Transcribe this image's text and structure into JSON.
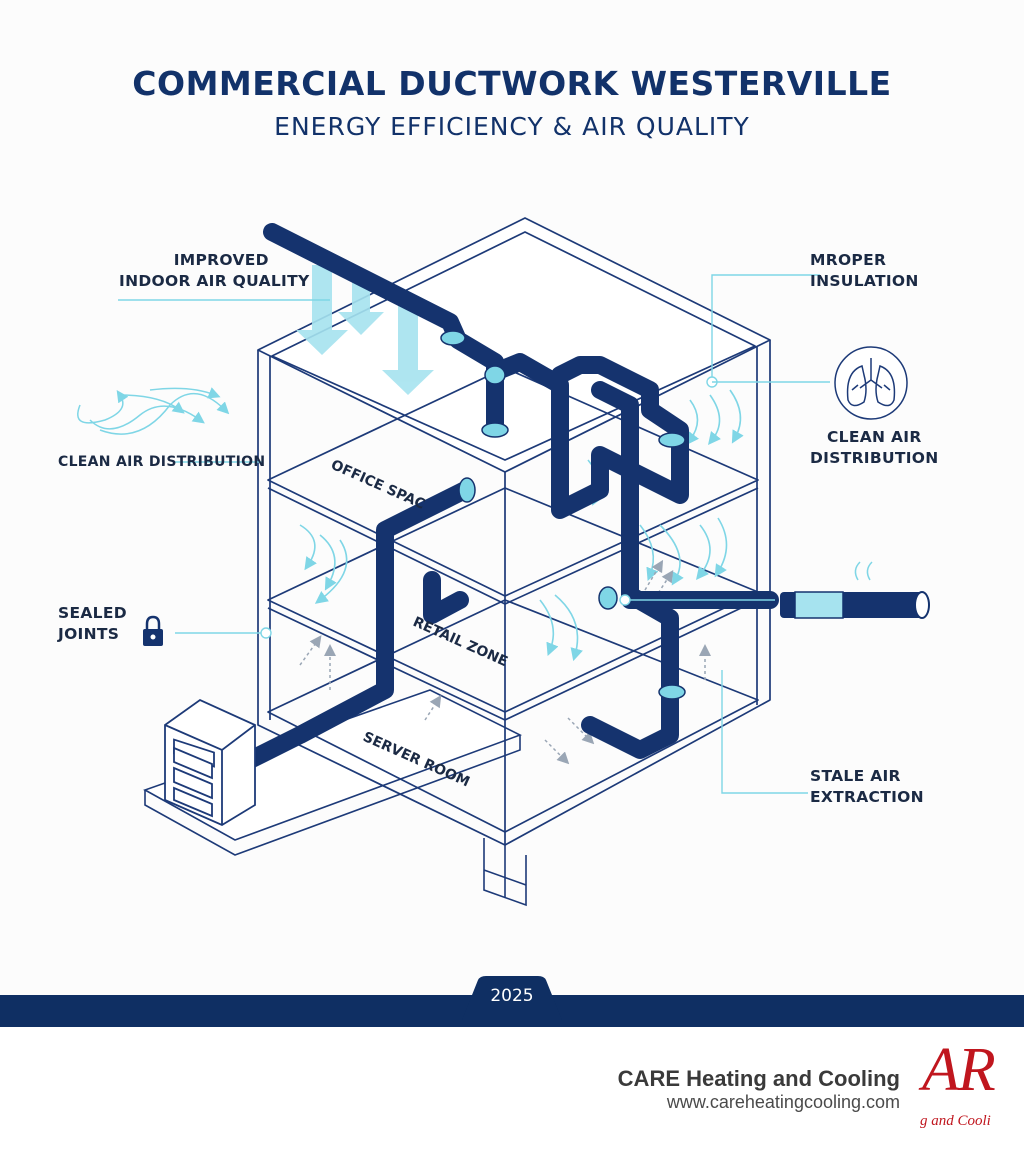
{
  "header": {
    "title": "COMMERCIAL DUCTWORK WESTERVILLE",
    "subtitle": "ENERGY EFFICIENCY & AIR QUALITY"
  },
  "callouts": {
    "indoor_air_line1": "IMPROVED",
    "indoor_air_line2": "INDOOR AIR QUALITY",
    "insulation_line1": "MROPER",
    "insulation_line2": "INSULATION",
    "clean_air_left": "CLEAN AIR DISTRIBUTION",
    "clean_air_right_line1": "CLEAN AIR",
    "clean_air_right_line2": "DISTRIBUTION",
    "sealed_line1": "SEALED",
    "sealed_line2": "JOINTS",
    "stale_line1": "STALE AIR",
    "stale_line2": "EXTRACTION"
  },
  "floors": {
    "office": "OFFICE SPAC",
    "retail": "RETAIL ZONE",
    "server": "SERVER ROOM"
  },
  "footer": {
    "year": "2025",
    "company": "CARE Heating and Cooling",
    "website": "www.careheatingcooling.com",
    "logo_text": "AR",
    "logo_tagline": "g and Cooli"
  },
  "icons": [
    "lock-icon",
    "lungs-icon",
    "airflow-swirl-icon"
  ],
  "colors": {
    "navy": "#0f2f63",
    "cyan": "#7fd6e6",
    "outline": "#1d3a78",
    "logo_red": "#c0161e"
  }
}
